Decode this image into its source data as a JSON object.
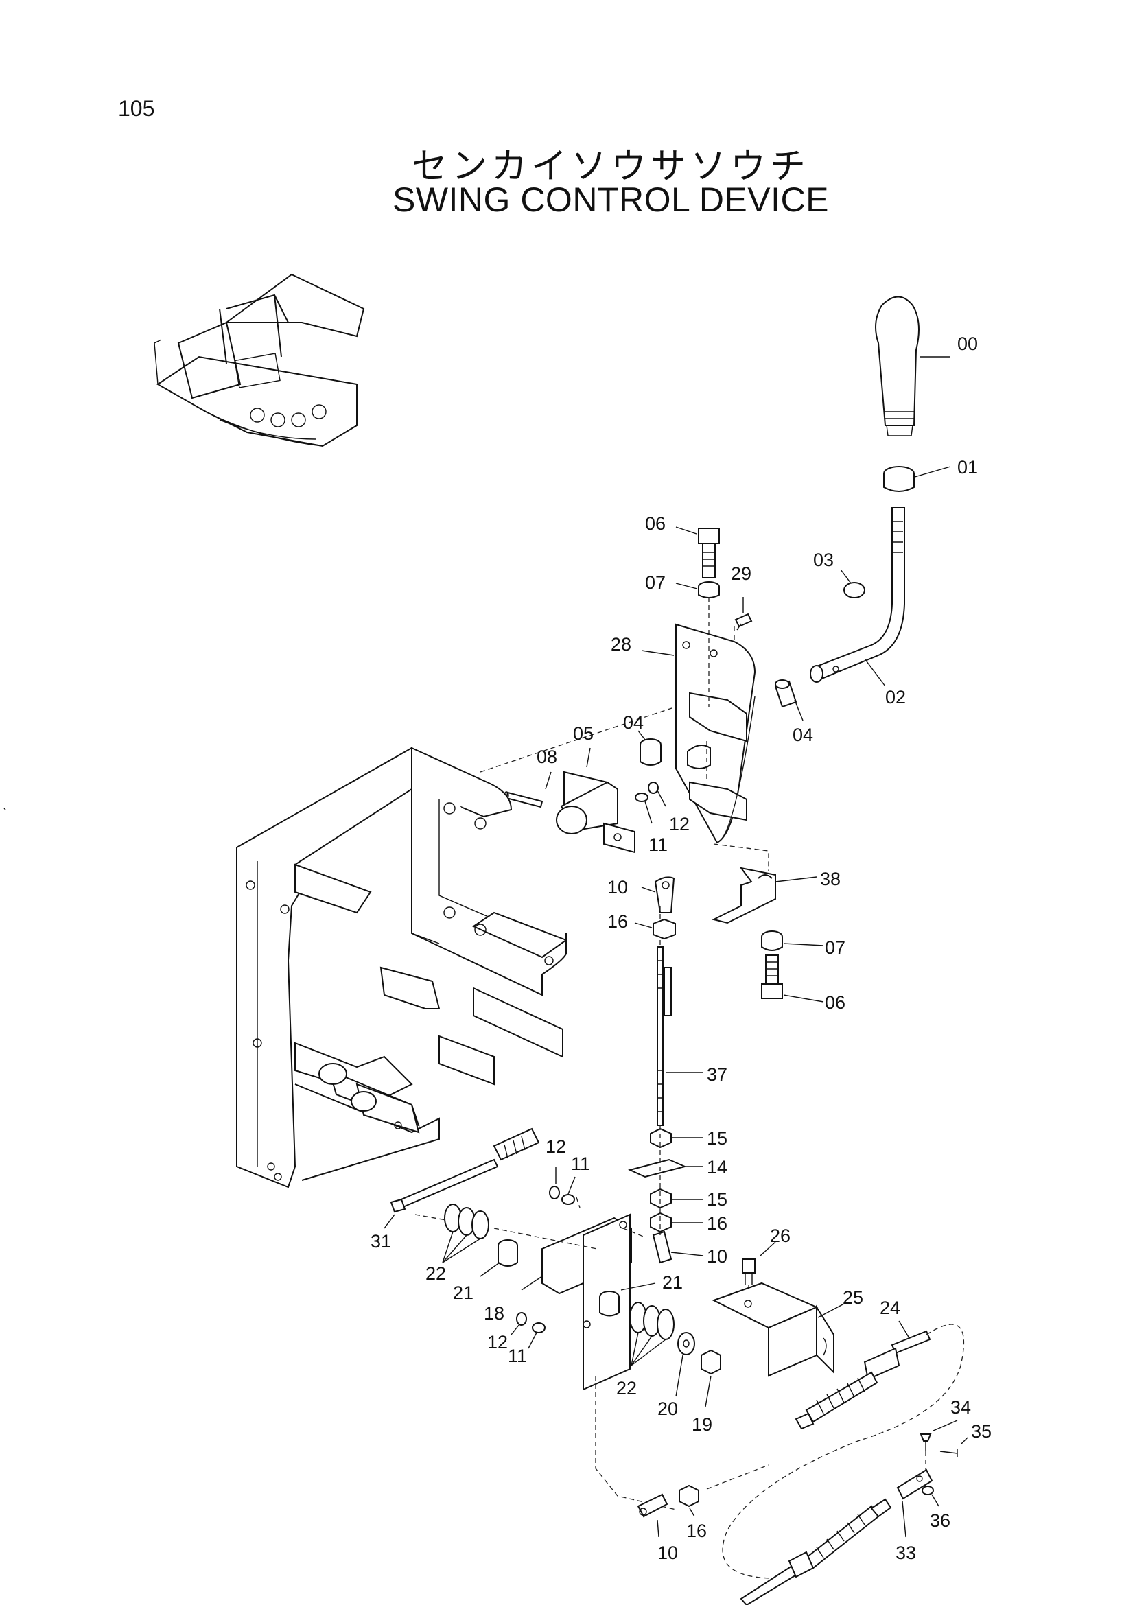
{
  "page_number": "105",
  "title_jp": "センカイソウサソウチ",
  "title_en": "SWING CONTROL DEVICE",
  "callouts": [
    "00",
    "01",
    "02",
    "03",
    "04",
    "04",
    "05",
    "06",
    "07",
    "29",
    "28",
    "08",
    "11",
    "12",
    "10",
    "16",
    "38",
    "07",
    "06",
    "37",
    "15",
    "14",
    "15",
    "16",
    "10",
    "12",
    "11",
    "31",
    "22",
    "21",
    "18",
    "21",
    "12",
    "11",
    "22",
    "20",
    "19",
    "26",
    "25",
    "24",
    "34",
    "35",
    "33",
    "36",
    "16",
    "10"
  ]
}
